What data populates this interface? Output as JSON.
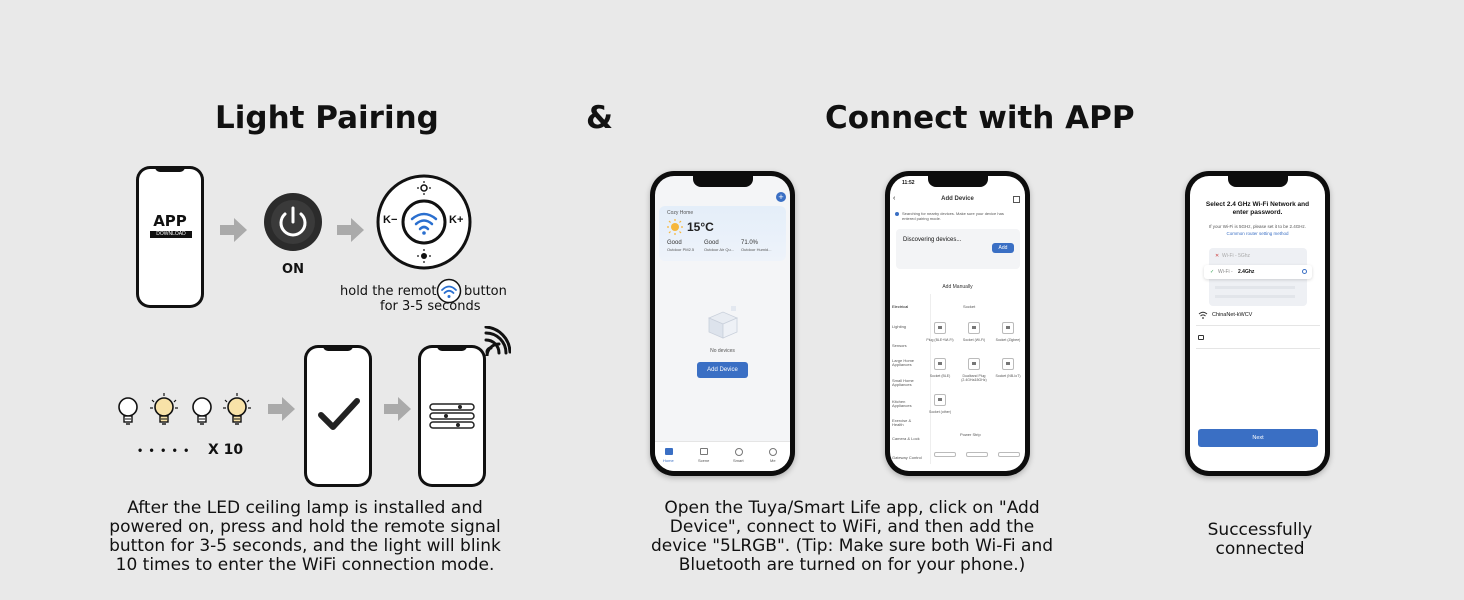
{
  "titles": {
    "left": "Light Pairing",
    "amp": "&",
    "right": "Connect with APP"
  },
  "step1": {
    "app_label": "APP",
    "download_label": "DOWNLOAD",
    "on_label": "ON",
    "remote_k_minus": "K−",
    "remote_k_plus": "K+",
    "hold_line1": "hold the remote",
    "hold_line2": "button",
    "hold_line3": "for 3-5 seconds",
    "blink_dots": "• • • • •",
    "blink_count": "X 10"
  },
  "descriptions": {
    "left": [
      "After the LED ceiling lamp is installed and",
      "powered on, press and hold the remote signal",
      "button for 3-5 seconds, and the light will blink",
      "10 times to enter the WiFi connection mode."
    ],
    "middle": [
      "Open the Tuya/Smart Life app, click on \"Add",
      "Device\", connect to WiFi, and then add the",
      "device \"5LRGB\". (Tip: Make sure both Wi-Fi and",
      "Bluetooth are turned on for your phone.)"
    ],
    "right": [
      "Successfully",
      "connected"
    ]
  },
  "phone1": {
    "home_name": "Cozy Home",
    "temperature": "15°C",
    "stats": [
      {
        "value": "Good",
        "label": "Outdoor PM2.5"
      },
      {
        "value": "Good",
        "label": "Outdoor Air Qu..."
      },
      {
        "value": "71.0%",
        "label": "Outdoor Humid..."
      }
    ],
    "no_devices": "No devices",
    "add_device": "Add Device",
    "tabs": [
      "Home",
      "Scene",
      "Smart",
      "Me"
    ]
  },
  "phone2": {
    "time": "11:52",
    "title": "Add Device",
    "searching": "Searching for nearby devices. Make sure your device has entered pairing mode.",
    "discovering": "Discovering devices...",
    "add": "Add",
    "add_manually": "Add Manually",
    "categories": [
      "Electrical",
      "Lighting",
      "Sensors",
      "Large Home Appliances",
      "Small Home Appliances",
      "Kitchen Appliances",
      "Exercise & Health",
      "Camera & Lock",
      "Gateway Control"
    ],
    "section_socket": "Socket",
    "section_power": "Power Strip",
    "items": [
      "Plug (BLE+Wi-Fi)",
      "Socket (Wi-Fi)",
      "Socket (Zigbee)",
      "Socket (BLE)",
      "Dualband Plug (2.4GHz&5GHz)",
      "Socket (NB-IoT)",
      "Socket (other)"
    ]
  },
  "phone3": {
    "title_line1": "Select 2.4 GHz Wi-Fi Network and",
    "title_line2": "enter password.",
    "hint": "If your Wi-Fi is 5GHz, please set it to be 2.4GHz.",
    "link": "Common router setting method",
    "wifi_5g": "Wi-Fi - 5Ghz",
    "wifi_24_prefix": "Wi-Fi - ",
    "wifi_24_band": "2.4Ghz",
    "network": "ChinaNet-kWCV",
    "next": "Next"
  }
}
